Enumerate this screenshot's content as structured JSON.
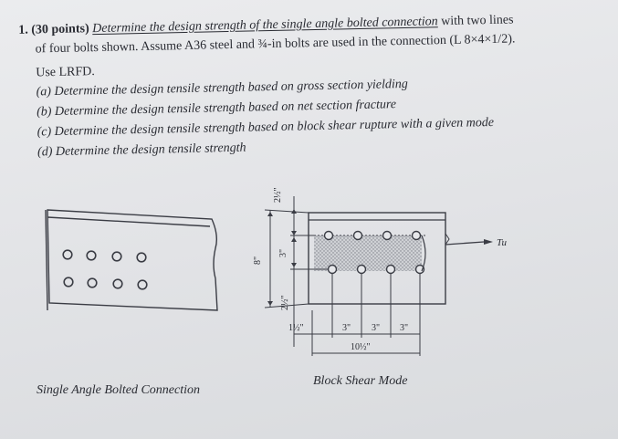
{
  "problem": {
    "number": "1.",
    "points": "(30 points)",
    "title_underlined": "Determine the design strength of the single angle bolted connection",
    "title_rest": " with two lines",
    "line2": "of four bolts shown. Assume A36 steel and ¾-in bolts are used in the connection (L 8×4×1/2).",
    "line3": "Use LRFD.",
    "parts": [
      "(a) Determine the design tensile strength based on gross section yielding",
      "(b) Determine the design tensile strength based on net section fracture",
      "(c) Determine the design tensile strength based on block shear rupture with a given mode",
      "(d) Determine the design tensile strength"
    ]
  },
  "figures": {
    "left_caption": "Single Angle Bolted Connection",
    "right_caption": "Block Shear Mode",
    "dims": {
      "top_edge": "2½\"",
      "leg": "8\"",
      "gage": "3\"",
      "bottom_edge": "2½\"",
      "end": "1½\"",
      "spacing1": "3\"",
      "spacing2": "3\"",
      "spacing3": "3\"",
      "total": "10½\"",
      "load": "Tu"
    }
  }
}
